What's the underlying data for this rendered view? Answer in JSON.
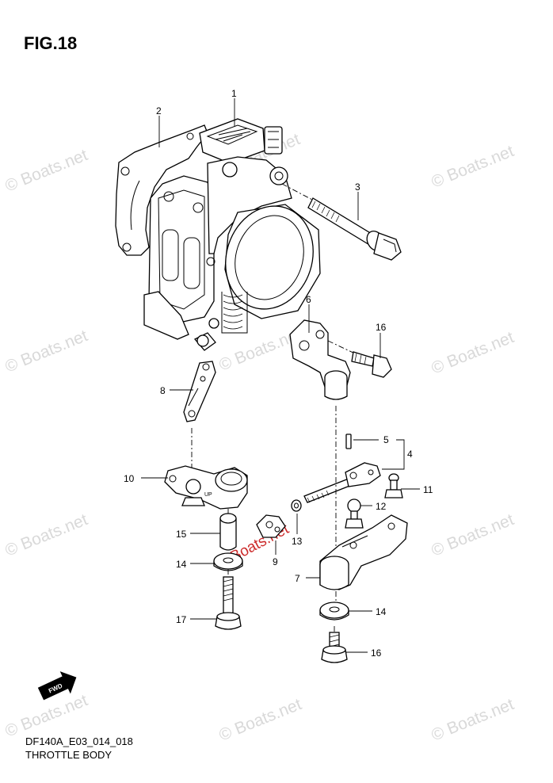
{
  "figure": {
    "title": "FIG.18",
    "model_code": "DF140A_E03_014_018",
    "name": "THROTTLE BODY",
    "direction_badge": "FWD"
  },
  "watermarks": {
    "text": "© Boats.net",
    "color_light": "#d9d9d9",
    "color_red": "#cc2a2a"
  },
  "callouts": [
    {
      "id": "c1",
      "label": "1"
    },
    {
      "id": "c2",
      "label": "2"
    },
    {
      "id": "c3",
      "label": "3"
    },
    {
      "id": "c4",
      "label": "4"
    },
    {
      "id": "c5",
      "label": "5"
    },
    {
      "id": "c6",
      "label": "6"
    },
    {
      "id": "c7",
      "label": "7"
    },
    {
      "id": "c8",
      "label": "8"
    },
    {
      "id": "c9",
      "label": "9"
    },
    {
      "id": "c10",
      "label": "10"
    },
    {
      "id": "c11",
      "label": "11"
    },
    {
      "id": "c12",
      "label": "12"
    },
    {
      "id": "c13",
      "label": "13"
    },
    {
      "id": "c14a",
      "label": "14"
    },
    {
      "id": "c14b",
      "label": "14"
    },
    {
      "id": "c15",
      "label": "15"
    },
    {
      "id": "c16a",
      "label": "16"
    },
    {
      "id": "c16b",
      "label": "16"
    },
    {
      "id": "c17",
      "label": "17"
    }
  ]
}
